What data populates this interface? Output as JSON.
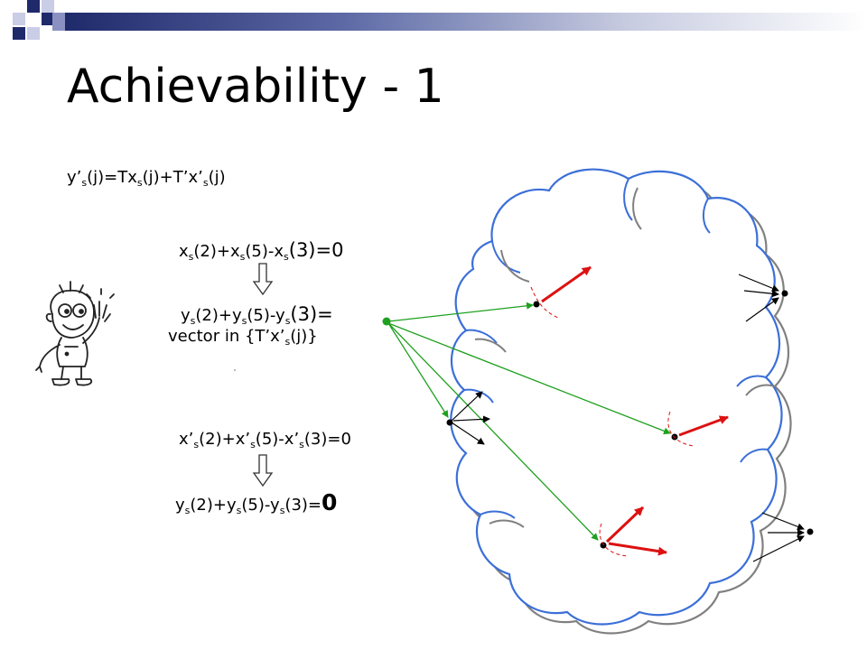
{
  "slide": {
    "title": "Achievability - 1"
  },
  "equations": {
    "main": {
      "y": "y’",
      "s1": "s",
      "a": "(j)=Tx",
      "s2": "s",
      "b": "(j)+T’x’",
      "s3": "s",
      "c": "(j)"
    },
    "eq1": {
      "x1": "x",
      "s1": "s",
      "a": "(2)+x",
      "s2": "s",
      "b": "(5)-x",
      "s3": "s",
      "c": "(3)=0"
    },
    "eq2": {
      "y1": "y",
      "s1": "s",
      "a": "(2)+y",
      "s2": "s",
      "b": "(5)-y",
      "s3": "s",
      "c": "(3)="
    },
    "eq2b": {
      "a": "vector in {T’x’",
      "s1": "s",
      "b": "(j)}"
    },
    "eq3": {
      "x1": "x’",
      "s1": "s",
      "a": "(2)+x’",
      "s2": "s",
      "b": "(5)-x’",
      "s3": "s",
      "c": "(3)=0"
    },
    "eq4": {
      "y1": "y",
      "s1": "s",
      "a": "(2)+y",
      "s2": "s",
      "b": "(5)-y",
      "s3": "s",
      "c": "(3)=",
      "zero": "0"
    }
  },
  "colors": {
    "accent_dark": "#1f2a6b",
    "accent_light": "#b8bde0",
    "cloud_blue": "#3b6fd8",
    "cloud_gray": "#808080",
    "arrow_green": "#1fa01f",
    "vector_red": "#dd1111"
  },
  "icons": {
    "cartoon": "waving-character-icon",
    "implies": "implies-arrow-icon"
  }
}
